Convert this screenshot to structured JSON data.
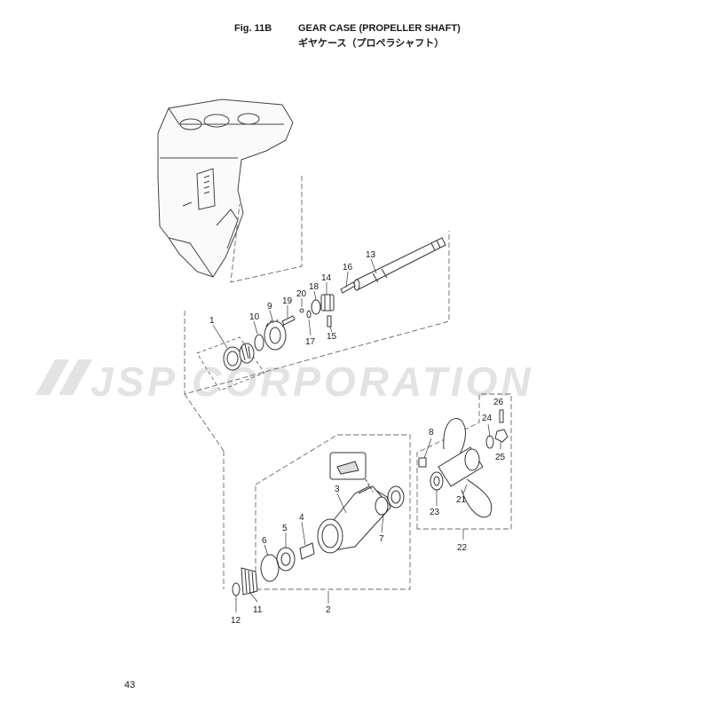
{
  "header": {
    "fig_label": "Fig. 11B",
    "title_en": "GEAR CASE (PROPELLER SHAFT)",
    "title_jp": "ギヤケース（プロペラシャフト）"
  },
  "watermark": "JSP CORPORATION",
  "page_number": "43",
  "callouts": {
    "c1": "1",
    "c2": "2",
    "c3": "3",
    "c4": "4",
    "c5": "5",
    "c6": "6",
    "c7": "7",
    "c8": "8",
    "c9": "9",
    "c10": "10",
    "c11": "11",
    "c12": "12",
    "c13": "13",
    "c14": "14",
    "c15": "15",
    "c16": "16",
    "c17": "17",
    "c18": "18",
    "c19": "19",
    "c20": "20",
    "c21": "21",
    "c22": "22",
    "c23": "23",
    "c24": "24",
    "c25": "25",
    "c26": "26"
  }
}
